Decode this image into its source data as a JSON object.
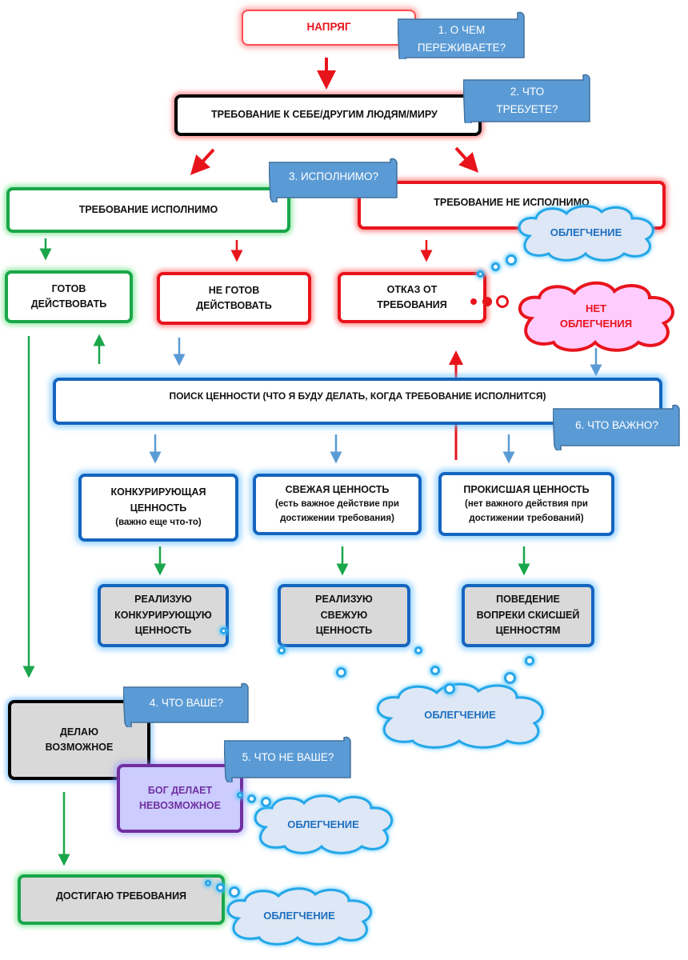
{
  "boxes": {
    "napryag": "НАПРЯГ",
    "demand": "ТРЕБОВАНИЕ К СЕБЕ/ДРУГИМ ЛЮДЯМ/МИРУ",
    "feasible": "ТРЕБОВАНИЕ ИСПОЛНИМО",
    "infeasible": "ТРЕБОВАНИЕ НЕ ИСПОЛНИМО",
    "ready": [
      "ГОТОВ",
      "ДЕЙСТВОВАТЬ"
    ],
    "not_ready": [
      "НЕ ГОТОВ",
      "ДЕЙСТВОВАТЬ"
    ],
    "refusal": [
      "ОТКАЗ ОТ",
      "ТРЕБОВАНИЯ"
    ],
    "value_search": "ПОИСК ЦЕННОСТИ (ЧТО Я БУДУ ДЕЛАТЬ, КОГДА ТРЕБОВАНИЕ ИСПОЛНИТСЯ)",
    "competing": [
      "КОНКУРИРУЮЩАЯ",
      "ЦЕННОСТЬ",
      "(важно еще что-то)"
    ],
    "fresh": [
      "СВЕЖАЯ ЦЕННОСТЬ",
      "(есть важное действие при",
      "достижении требования)"
    ],
    "sour": [
      "ПРОКИСШАЯ ЦЕННОСТЬ",
      "(нет важного действия при",
      "достижении требований)"
    ],
    "realize_competing": [
      "РЕАЛИЗУЮ",
      "КОНКУРИРУЮЩУЮ",
      "ЦЕННОСТЬ"
    ],
    "realize_fresh": [
      "РЕАЛИЗУЮ",
      "СВЕЖУЮ",
      "ЦЕННОСТЬ"
    ],
    "behavior": [
      "ПОВЕДЕНИЕ",
      "ВОПРЕКИ СКИСШЕЙ",
      "ЦЕННОСТЯМ"
    ],
    "do_possible": [
      "ДЕЛАЮ",
      "ВОЗМОЖНОЕ"
    ],
    "god": [
      "БОГ ДЕЛАЕТ",
      "НЕВОЗМОЖНОЕ"
    ],
    "achieve": "ДОСТИГАЮ ТРЕБОВАНИЯ"
  },
  "questions": {
    "q1": [
      "1. О ЧЕМ",
      "ПЕРЕЖИВАЕТЕ?"
    ],
    "q2": [
      "2. ЧТО",
      "ТРЕБУЕТЕ?"
    ],
    "q3": "3. ИСПОЛНИМО?",
    "q4": "4. ЧТО ВАШЕ?",
    "q5": "5. ЧТО НЕ  ВАШЕ?",
    "q6": "6. ЧТО ВАЖНО?"
  },
  "clouds": {
    "relief": "ОБЛЕГЧЕНИЕ",
    "no_relief": [
      "НЕТ",
      "ОБЛЕГЧЕНИЯ"
    ]
  },
  "colors": {
    "red": "#e8141c",
    "green": "#1aa64a",
    "blue_arrow": "#5b9bd5",
    "flag": "#5b9bd5",
    "cloud_fill": "#dde7f5",
    "cloud_text": "#1f6fbf",
    "no_relief_fill": "#ffccff"
  }
}
